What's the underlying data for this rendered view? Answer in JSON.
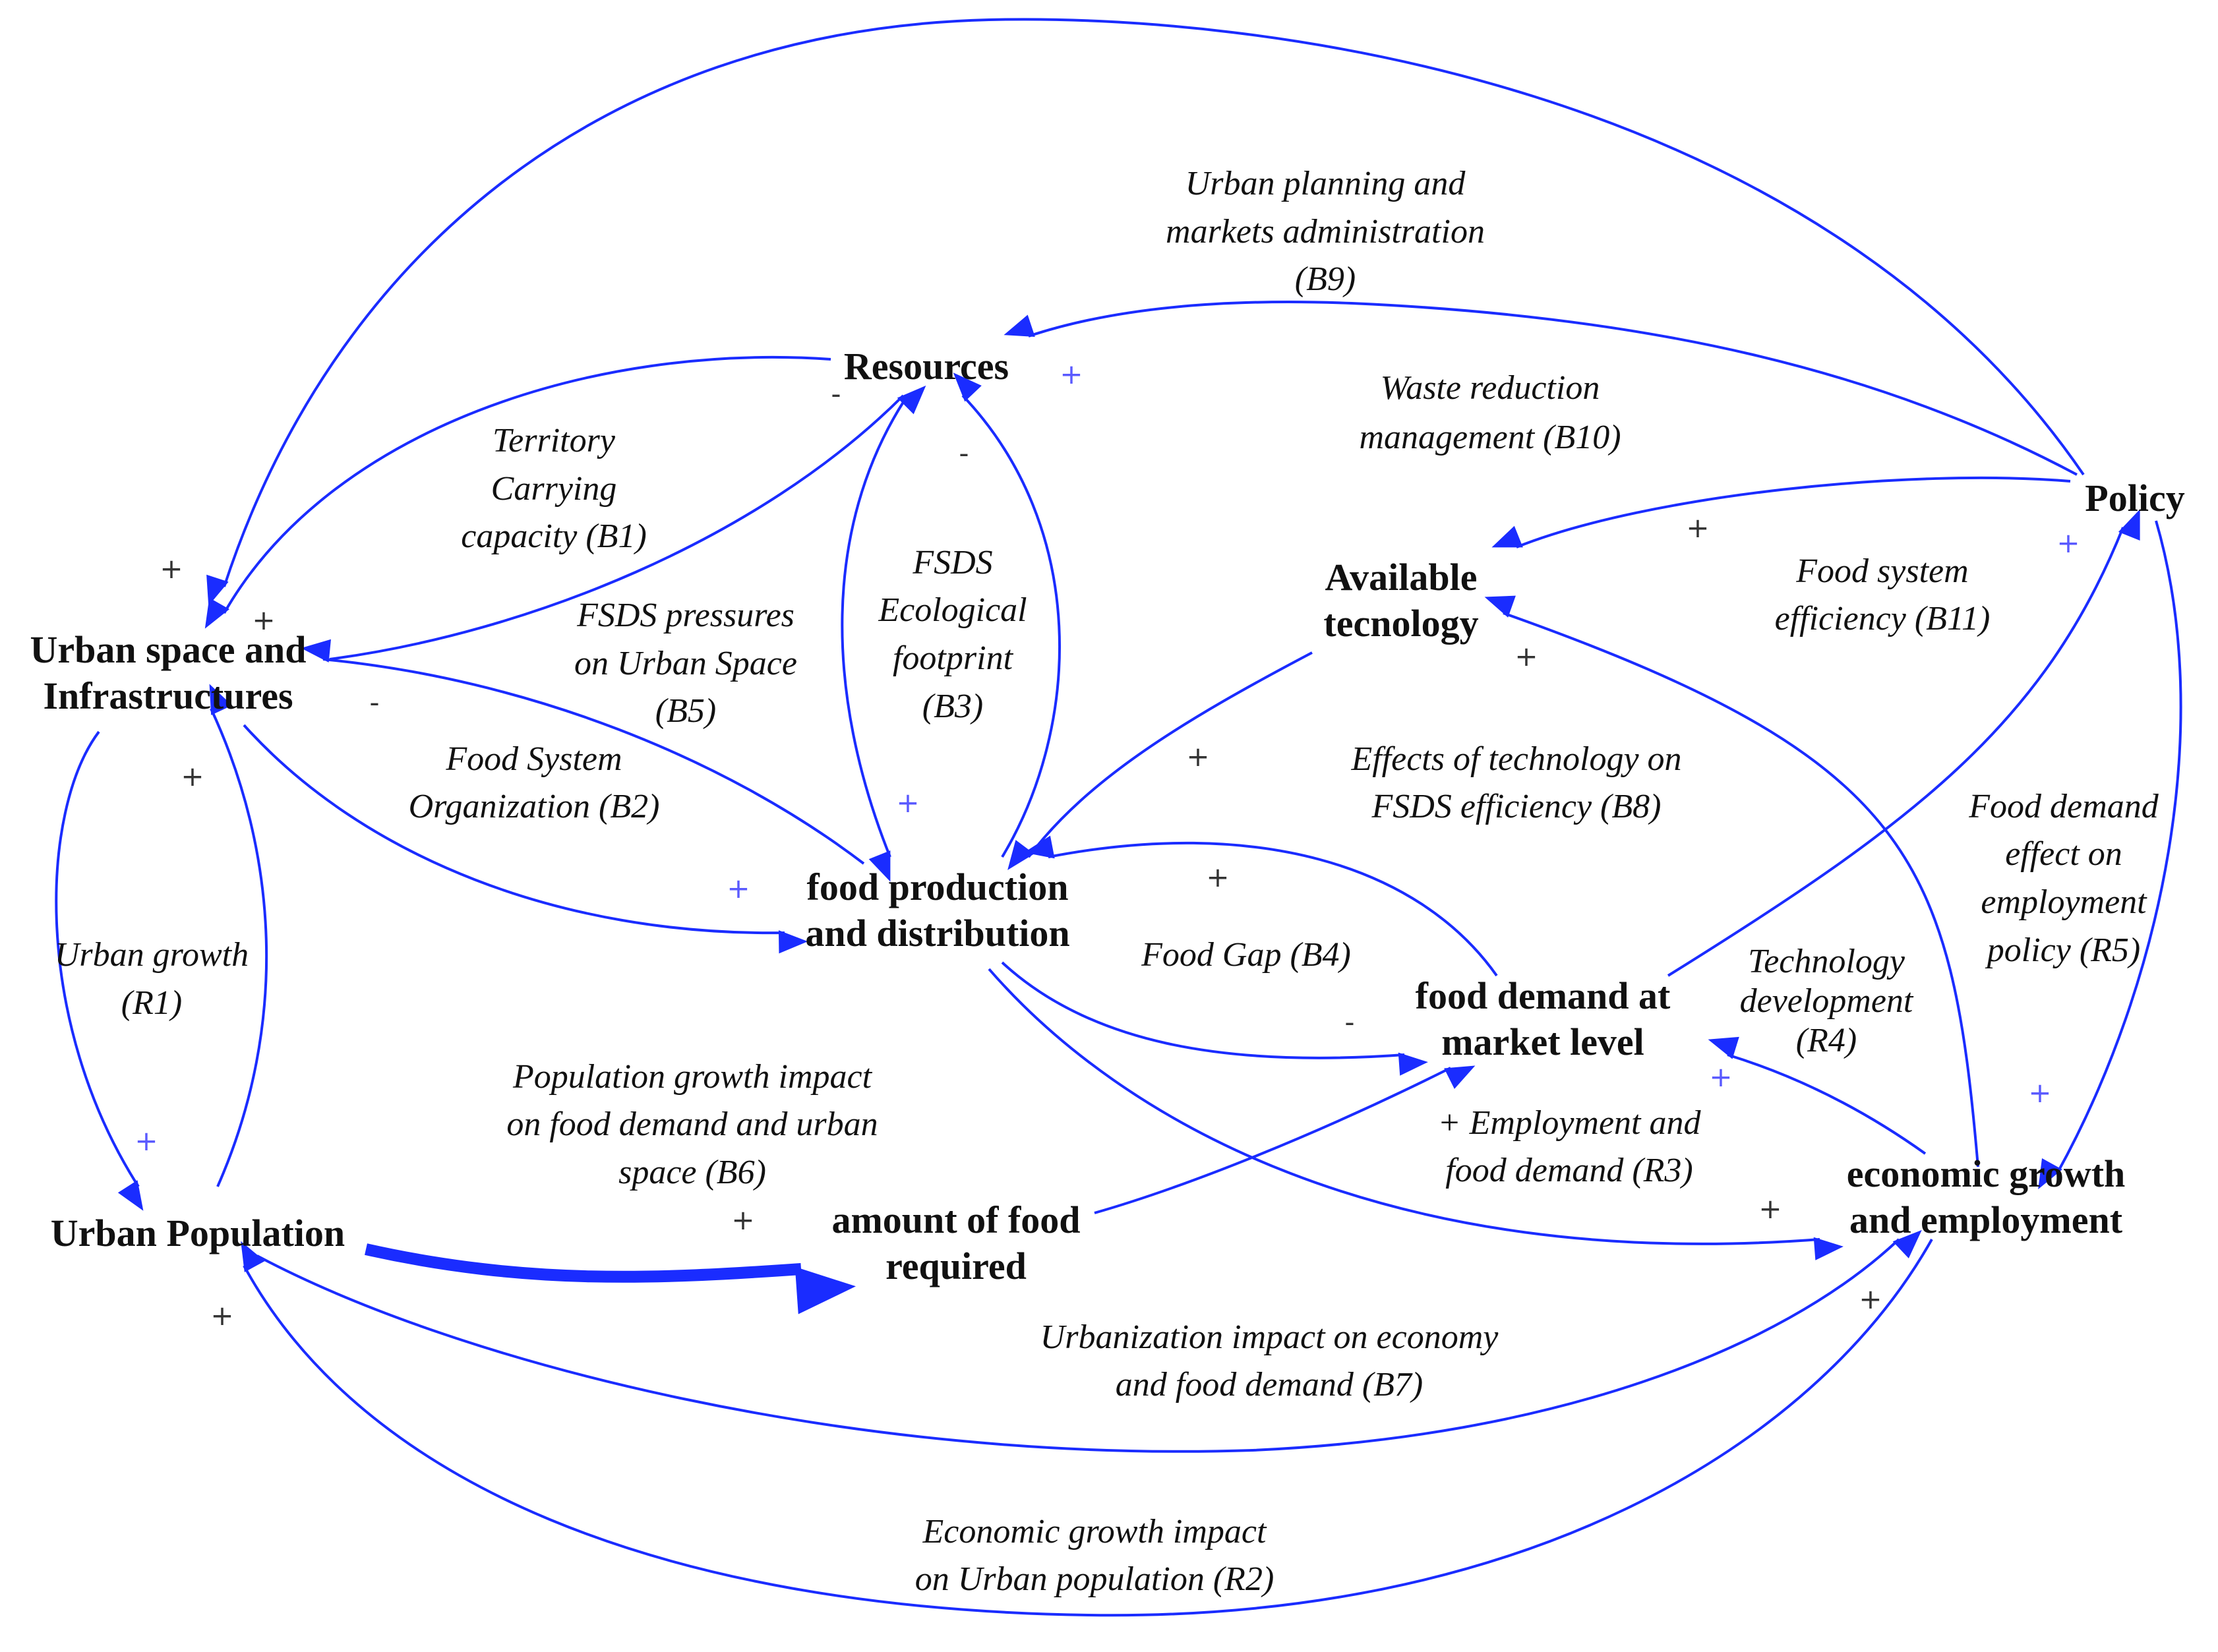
{
  "colors": {
    "link": "#1a2cff",
    "text": "#111111",
    "polarity_blue": "#5a5aff",
    "polarity_dark": "#333333"
  },
  "nodes": {
    "resources": "Resources",
    "urban_space_line1": "Urban space and",
    "urban_space_line2": "Infrastructures",
    "policy": "Policy",
    "available_tech_line1": "Available",
    "available_tech_line2": "tecnology",
    "food_production_line1": "food production",
    "food_production_line2": "and distribution",
    "food_demand_line1": "food demand at",
    "food_demand_line2": "market level",
    "urban_population": "Urban Population",
    "amount_food_line1": "amount of food",
    "amount_food_line2": "required",
    "economic_growth_line1": "economic growth",
    "economic_growth_line2": "and employment"
  },
  "loops": {
    "b9": [
      "Urban planning and",
      "markets administration",
      "(B9)"
    ],
    "b10": [
      "Waste reduction",
      "management (B10)"
    ],
    "b1": [
      "Territory",
      "Carrying",
      "capacity (B1)"
    ],
    "b5": [
      "FSDS pressures",
      "on Urban Space",
      "(B5)"
    ],
    "b3": [
      "FSDS",
      "Ecological",
      "footprint",
      "(B3)"
    ],
    "b11": [
      "Food system",
      "efficiency (B11)"
    ],
    "b2": [
      "Food System",
      "Organization (B2)"
    ],
    "b8": [
      "Effects of technology on",
      "FSDS efficiency (B8)"
    ],
    "r5": [
      "Food demand",
      "effect on",
      "employment",
      "policy (R5)"
    ],
    "r1": [
      "Urban growth",
      "(R1)"
    ],
    "b4": [
      "Food Gap (B4)"
    ],
    "r4": [
      "Technology",
      "development",
      "(R4)"
    ],
    "b6": [
      "Population growth impact",
      "on food demand and urban",
      "space  (B6)"
    ],
    "r3": [
      "+ Employment and",
      "food demand (R3)"
    ],
    "b7": [
      "Urbanization impact on economy",
      "and food demand (B7)"
    ],
    "r2": [
      "Economic growth impact",
      "on Urban population (R2)"
    ]
  },
  "polarity": {
    "plus": "+",
    "minus": "-"
  }
}
